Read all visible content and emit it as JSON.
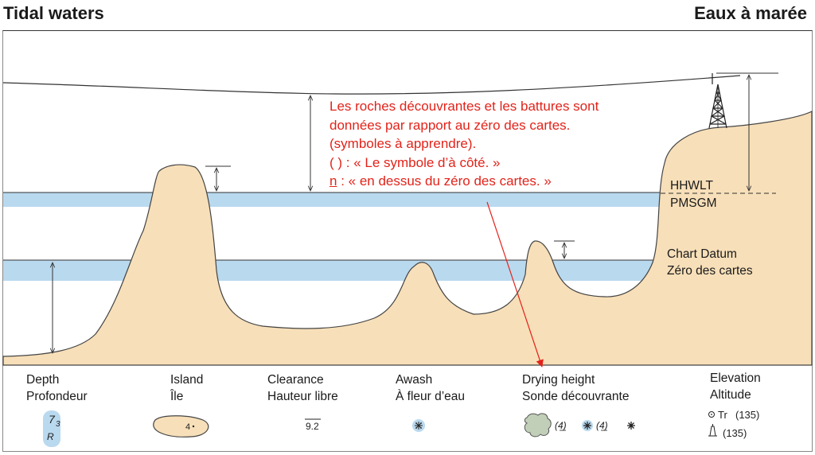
{
  "header": {
    "title_left": "Tidal waters",
    "title_right": "Eaux à marée"
  },
  "note": {
    "lines": [
      "Les roches découvrantes et les battures sont",
      "données par rapport au zéro des cartes.",
      "(symboles à apprendre).",
      "( ) : « Le symbole d’à côté. »"
    ],
    "underlined_letter": "n",
    "last_line_rest": " : « en dessus du zéro des cartes. »",
    "color": "#e2231a"
  },
  "levels": {
    "hhwlt": "HHWLT",
    "pmsgm": "PMSGM",
    "chart_datum_en": "Chart Datum",
    "chart_datum_fr": "Zéro des cartes"
  },
  "colors": {
    "land": "#f7dfb9",
    "water_band": "#b9d9ef",
    "arrow": "#e2231a"
  },
  "legend": [
    {
      "en": "Depth",
      "fr": "Profondeur",
      "symbol": {
        "main": "7",
        "sub": "3",
        "extra": "R"
      }
    },
    {
      "en": "Island",
      "fr": "Île",
      "symbol": {
        "value": "4"
      }
    },
    {
      "en": "Clearance",
      "fr": "Hauteur libre",
      "symbol": {
        "value": "9.2"
      }
    },
    {
      "en": "Awash",
      "fr": "À fleur d’eau",
      "symbol": {
        "icon": "awash-star"
      }
    },
    {
      "en": "Drying height",
      "fr": "Sonde découvrante",
      "symbol": {
        "value_a": "(4)",
        "value_b": "(4)",
        "icon": "rock-star"
      }
    },
    {
      "en": "Elevation",
      "fr": "Altitude",
      "symbol": {
        "tr_label": "Tr",
        "value_a": "(135)",
        "value_b": "(135)"
      }
    }
  ]
}
